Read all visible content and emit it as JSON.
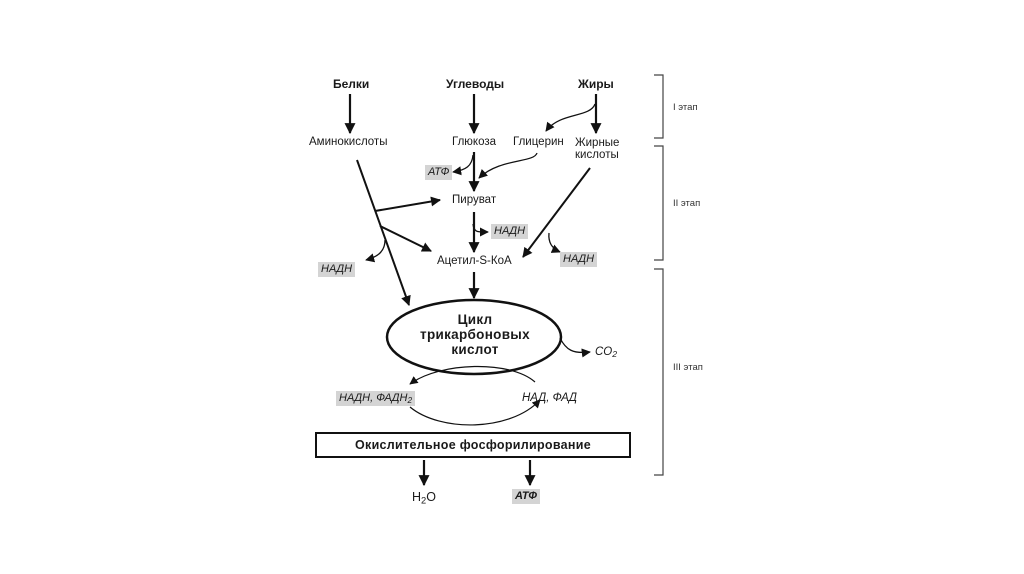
{
  "diagram": {
    "title": "Этапы катаболизма",
    "sources": {
      "proteins": "Белки",
      "carbohydrates": "Углеводы",
      "fats": "Жиры"
    },
    "monomers": {
      "amino_acids": "Аминокислоты",
      "glucose": "Глюкоза",
      "glycerol": "Глицерин",
      "fatty_acids_line1": "Жирные",
      "fatty_acids_line2": "кислоты"
    },
    "intermediates": {
      "pyruvate": "Пируват",
      "acetyl_coa": "Ацетил-S-КоА"
    },
    "highlighted_products": {
      "atp_glycolysis": "АТФ",
      "nadh_pyruvate": "НАДН",
      "nadh_amino": "НАДН",
      "nadh_fatty": "НАДН",
      "nadh_fadh2_main": "НАДН, ФАДН",
      "nadh_fadh2_sub": "2",
      "atp_final": "АТФ"
    },
    "cycle": {
      "line1": "Цикл",
      "line2": "трикарбоновых",
      "line3": "кислот"
    },
    "co2": {
      "main": "CO",
      "sub": "2"
    },
    "nad_fad": "НАД, ФАД",
    "oxidative_phosphorylation": "Окислительное фосфорилирование",
    "water": {
      "h": "H",
      "sub": "2",
      "o": "O"
    },
    "stages": [
      {
        "label": "I этап"
      },
      {
        "label": "II этап"
      },
      {
        "label": "III  этап"
      }
    ],
    "colors": {
      "highlight": "#d4d4d4",
      "line": "#111111",
      "bracket": "#444444"
    }
  }
}
